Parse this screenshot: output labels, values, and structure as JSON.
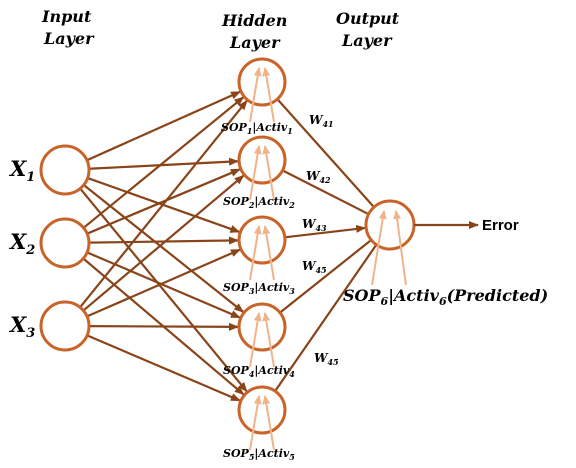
{
  "headers": {
    "input_line1": "Input",
    "input_line2": "Layer",
    "hidden_line1": "Hidden",
    "hidden_line2": "Layer",
    "output_line1": "Output",
    "output_line2": "Layer"
  },
  "inputs": [
    {
      "base": "X",
      "sub": "1"
    },
    {
      "base": "X",
      "sub": "2"
    },
    {
      "base": "X",
      "sub": "3"
    }
  ],
  "hidden_labels": [
    {
      "sop": "SOP",
      "sop_sub": "1",
      "sep": "|",
      "act": "Activ",
      "act_sub": "1"
    },
    {
      "sop": "SOP",
      "sop_sub": "2",
      "sep": "|",
      "act": "Activ",
      "act_sub": "2"
    },
    {
      "sop": "SOP",
      "sop_sub": "3",
      "sep": "|",
      "act": "Activ",
      "act_sub": "3"
    },
    {
      "sop": "SOP",
      "sop_sub": "4",
      "sep": "|",
      "act": "Activ",
      "act_sub": "4"
    },
    {
      "sop": "SOP",
      "sop_sub": "5",
      "sep": "|",
      "act": "Activ",
      "act_sub": "5"
    }
  ],
  "weights": [
    {
      "base": "W",
      "sub": "41"
    },
    {
      "base": "W",
      "sub": "42"
    },
    {
      "base": "W",
      "sub": "43"
    },
    {
      "base": "W",
      "sub": "45"
    },
    {
      "base": "W",
      "sub": "45"
    }
  ],
  "output_label": {
    "sop": "SOP",
    "sop_sub": "6",
    "sep": "|",
    "act": "Activ",
    "act_sub": "6",
    "suffix": "(Predicted)"
  },
  "error_label": "Error",
  "colors": {
    "node_stroke": "#c8642a",
    "edge": "#8a4419",
    "inner_arrow": "#f0b48a"
  }
}
